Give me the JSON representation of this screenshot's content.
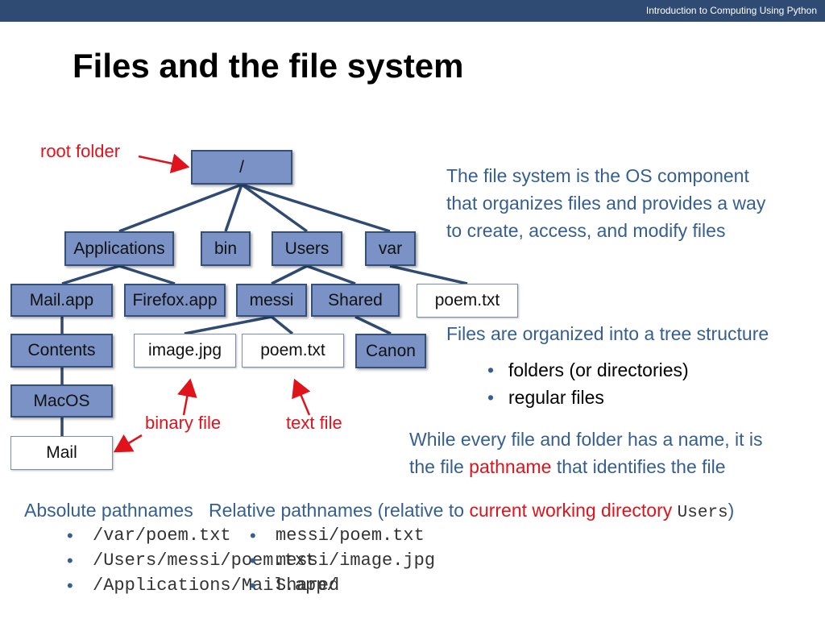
{
  "header": {
    "course": "Introduction to Computing Using Python"
  },
  "title": "Files and the file system",
  "tree": {
    "root": "/",
    "level1": [
      "Applications",
      "bin",
      "Users",
      "var"
    ],
    "level2": [
      "Mail.app",
      "Firefox.app",
      "messi",
      "Shared",
      "poem.txt"
    ],
    "level3": [
      "Contents",
      "image.jpg",
      "poem.txt",
      "Canon"
    ],
    "level4": [
      "MacOS"
    ],
    "level5": [
      "Mail"
    ]
  },
  "annotations": {
    "root_folder": "root folder",
    "binary_file": "binary file",
    "text_file": "text file"
  },
  "description": {
    "line1": "The file system is the OS component",
    "line2": "that organizes files and provides a way",
    "line3": "to create, access, and modify files",
    "tree_intro": "Files are organized into a tree structure",
    "bullet1": "folders (or directories)",
    "bullet2": "regular files",
    "pathname_pre": "While every file and folder has a name, it is",
    "pathname_mid": "the file ",
    "pathname_red": "pathname",
    "pathname_post": " that identifies the file"
  },
  "absolute": {
    "heading": "Absolute pathnames",
    "items": [
      "/var/poem.txt",
      "/Users/messi/poem.txt",
      "/Applications/Mail.app/"
    ]
  },
  "relative": {
    "heading_pre": "Relative pathnames (relative to ",
    "heading_red": "current working directory",
    "heading_code": "Users",
    "heading_post": ")",
    "items": [
      "messi/poem.txt",
      "messi/image.jpg",
      "Shared"
    ]
  },
  "colors": {
    "header_bar": "#2f4a73",
    "folder_fill": "#7a92c5",
    "accent_text": "#365f91",
    "highlight": "#e0121b"
  }
}
